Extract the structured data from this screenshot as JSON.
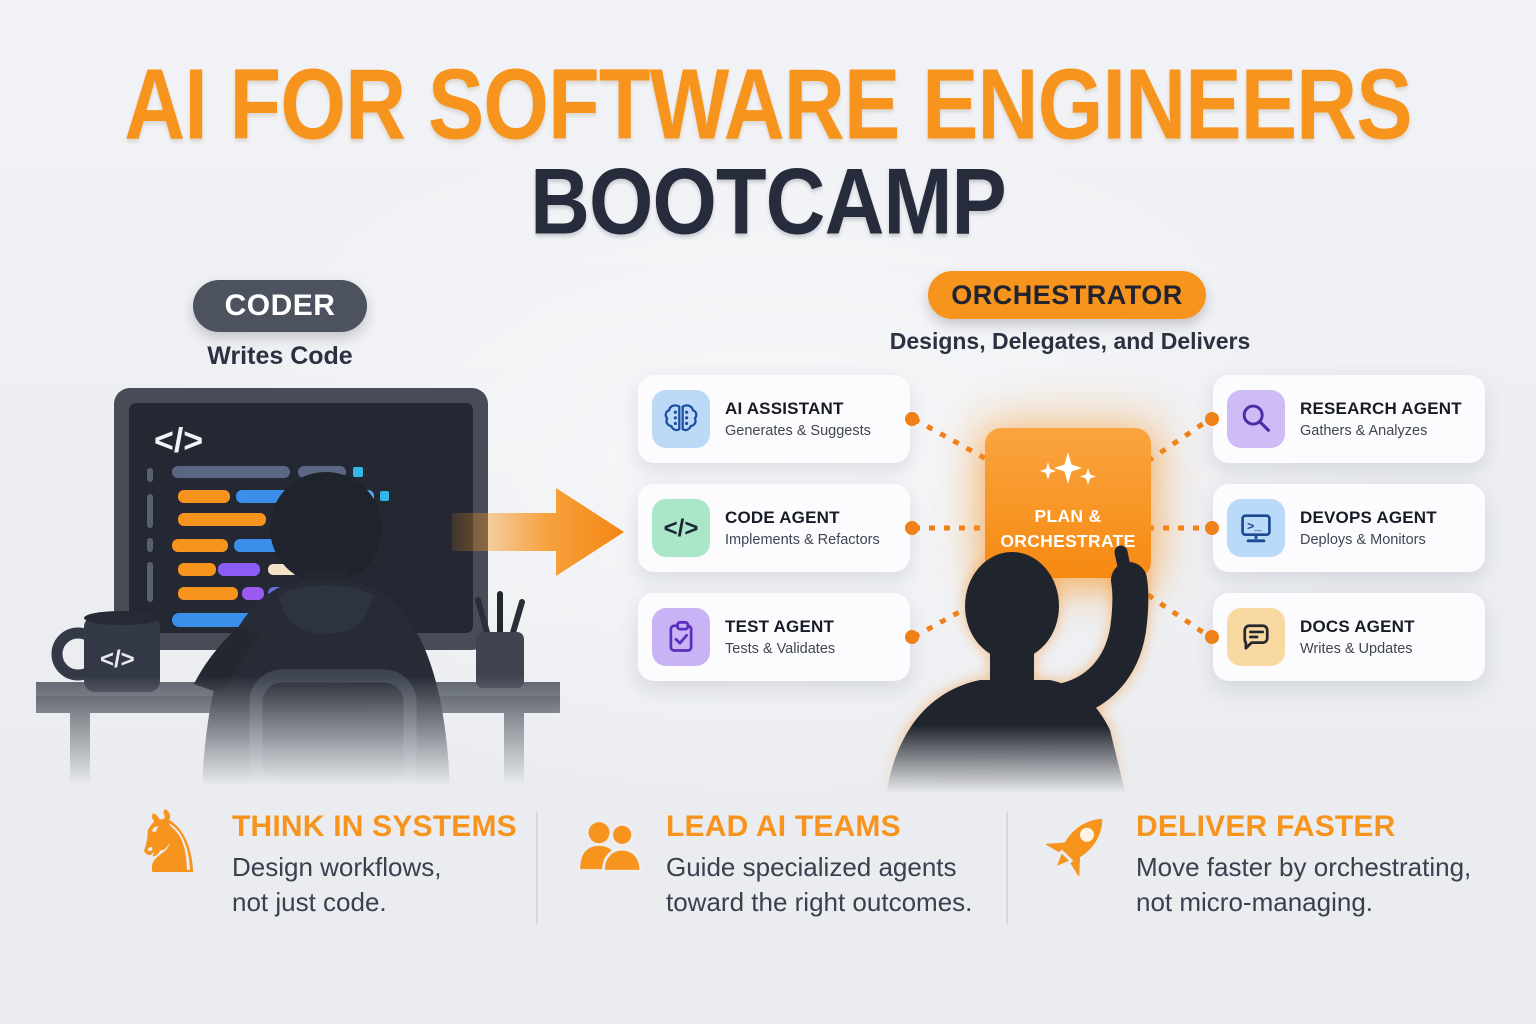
{
  "title": {
    "line1": "AI FOR SOFTWARE ENGINEERS",
    "line2": "BOOTCAMP"
  },
  "coder": {
    "badge": "CODER",
    "subtitle": "Writes Code",
    "mug_glyph": "</>",
    "screen_glyph": "</>"
  },
  "orchestrator": {
    "badge": "ORCHESTRATOR",
    "subtitle": "Designs, Delegates, and Delivers"
  },
  "center_button": {
    "line1": "PLAN &",
    "line2": "ORCHESTRATE"
  },
  "agents_left": [
    {
      "name": "AI ASSISTANT",
      "desc": "Generates & Suggests",
      "icon": "brain-icon",
      "icon_bg": "#bcd9f8",
      "icon_color": "#1d4fa0"
    },
    {
      "name": "CODE AGENT",
      "desc": "Implements & Refactors",
      "icon": "code-icon",
      "icon_bg": "#aae7c9",
      "icon_color": "#1e2430",
      "glyph": "</>"
    },
    {
      "name": "TEST AGENT",
      "desc": "Tests & Validates",
      "icon": "clipboard-check-icon",
      "icon_bg": "#c8b4f4",
      "icon_color": "#5b2ebe"
    }
  ],
  "agents_right": [
    {
      "name": "RESEARCH AGENT",
      "desc": "Gathers & Analyzes",
      "icon": "magnifier-icon",
      "icon_bg": "#cdbcf5",
      "icon_color": "#4a2ba8"
    },
    {
      "name": "DEVOPS AGENT",
      "desc": "Deploys & Monitors",
      "icon": "terminal-monitor-icon",
      "icon_bg": "#b9daf9",
      "icon_color": "#1d4a8f",
      "glyph": ">_"
    },
    {
      "name": "DOCS AGENT",
      "desc": "Writes & Updates",
      "icon": "chat-doc-icon",
      "icon_bg": "#f9d9a2",
      "icon_color": "#23272f"
    }
  ],
  "footer": [
    {
      "title": "THINK IN SYSTEMS",
      "desc_line1": "Design workflows,",
      "desc_line2": "not just code.",
      "icon": "chess-knight-icon",
      "glyph": "♞"
    },
    {
      "title": "LEAD AI TEAMS",
      "desc_line1": "Guide specialized agents",
      "desc_line2": "toward the right outcomes.",
      "icon": "team-icon"
    },
    {
      "title": "DELIVER FASTER",
      "desc_line1": "Move faster by orchestrating,",
      "desc_line2": "not micro-managing.",
      "icon": "rocket-icon"
    }
  ],
  "colors": {
    "accent_orange": "#f7941e",
    "deep_orange": "#f08018",
    "dark_navy": "#262c3b",
    "slate_badge": "#4d525f",
    "badge_text_light": "#ffffff",
    "orch_badge_text": "#21242e",
    "card_title": "#161b26",
    "card_desc": "#3e4553",
    "body_text": "#39404e",
    "sub_text": "#2a3140"
  }
}
